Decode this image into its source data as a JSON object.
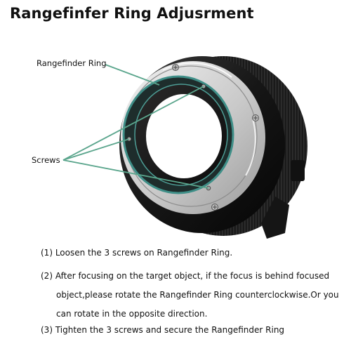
{
  "title": "Rangefinfer Ring Adjusrment",
  "labels": {
    "rangefinder_ring": "Rangefinder Ring",
    "screws": "Screws"
  },
  "steps": [
    {
      "num": "(1)",
      "lines": [
        "Loosen the 3 screws on Rangefinder Ring."
      ]
    },
    {
      "num": "(2)",
      "lines": [
        "After focusing on the target object, if the focus is behind focused",
        "object,please rotate the Rangefinder Ring counterclockwise.Or you",
        "can rotate in the opposite direction."
      ]
    },
    {
      "num": "(3)",
      "lines": [
        "Tighten the 3 screws and secure the Rangefinder Ring"
      ]
    }
  ],
  "colors": {
    "callout": "#5aa58c",
    "ring_highlight": "#3f8f88",
    "body": "#1b1b1b",
    "metal": "#d8d8d8"
  }
}
